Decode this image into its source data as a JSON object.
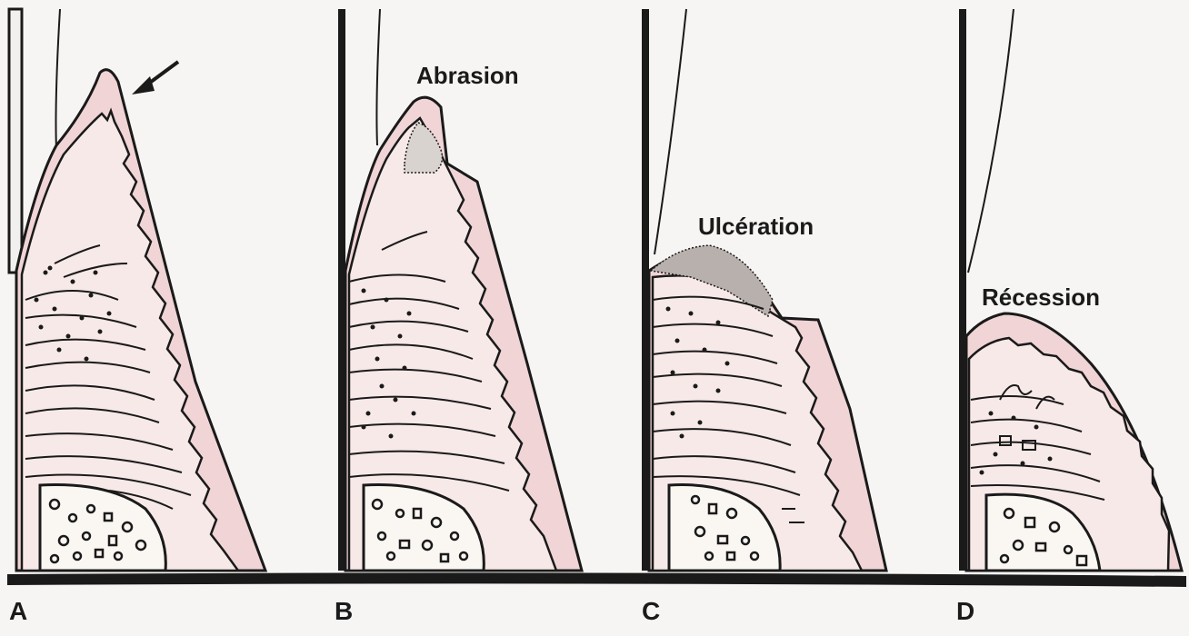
{
  "panels": [
    {
      "letter": "A",
      "caption": ""
    },
    {
      "letter": "B",
      "caption": "Abrasion"
    },
    {
      "letter": "C",
      "caption": "Ulcération"
    },
    {
      "letter": "D",
      "caption": "Récession"
    }
  ],
  "colors": {
    "background": "#f7f5f4",
    "gingiva": "#f0d4d6",
    "tissue": "#f7e9e8",
    "ink": "#1a1a1a"
  }
}
